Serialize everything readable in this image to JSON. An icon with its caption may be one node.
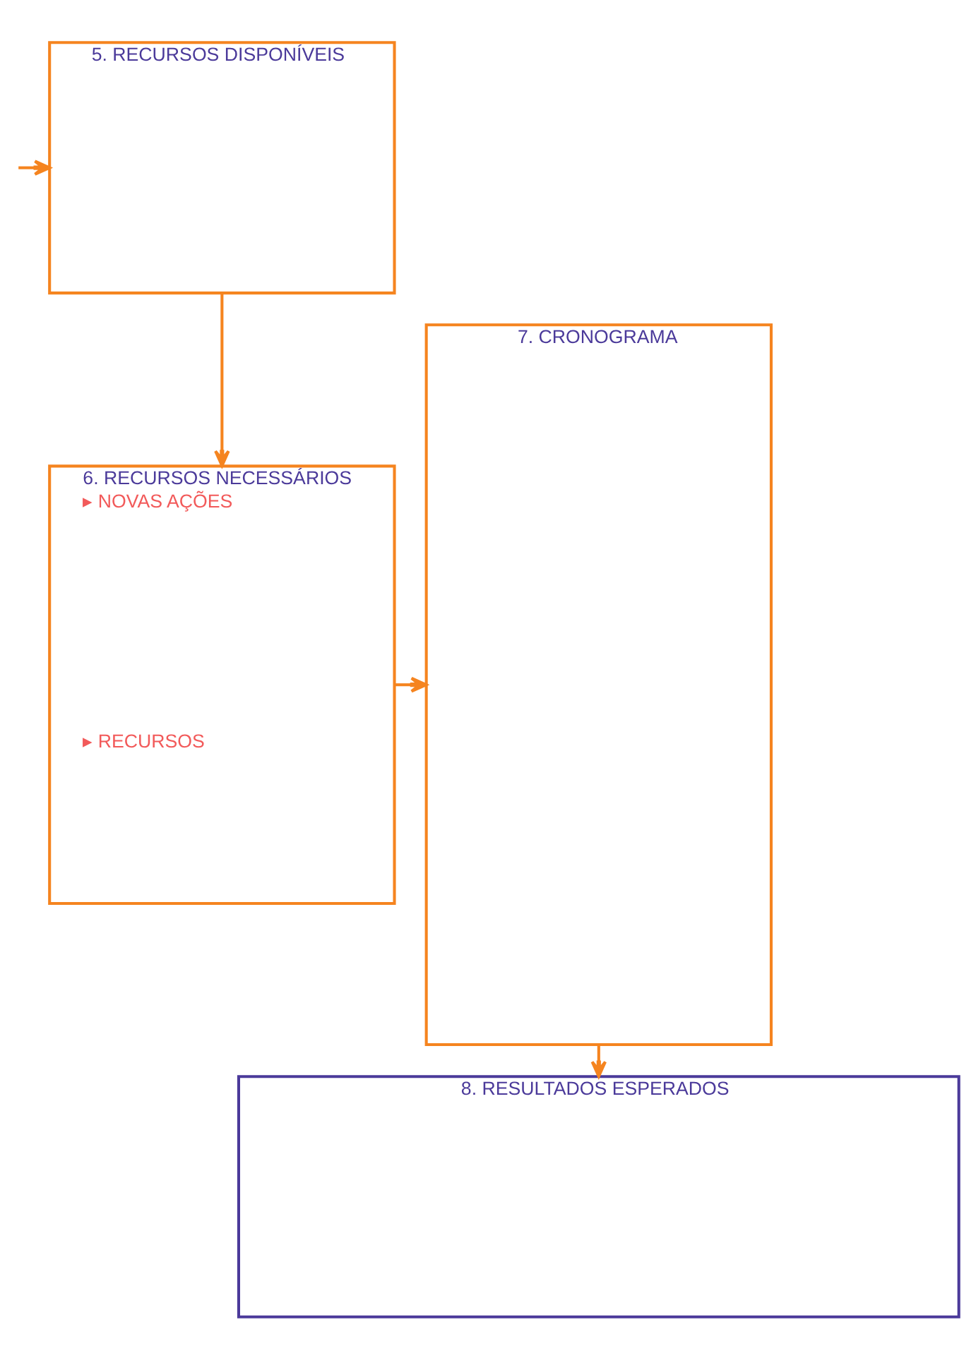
{
  "diagram": {
    "nodes": [
      {
        "text": [
          "5. RECURSOS DISPONÍVEIS"
        ]
      },
      {
        "text": [
          "6. RECURSOS NECESSÁRIOS",
          "▸ NOVAS AÇÕES",
          "▸ RECURSOS"
        ]
      },
      {
        "text": [
          "7. CRONOGRAMA"
        ]
      },
      {
        "text": [
          "8. RESULTADOS ESPERADOS"
        ]
      }
    ],
    "edges": [
      {
        "from": null,
        "to": 0,
        "arrow": "to"
      },
      {
        "from": 0,
        "to": 1,
        "arrow": "to"
      },
      {
        "from": 1,
        "to": 2,
        "arrow": "to"
      },
      {
        "from": 2,
        "to": 3,
        "arrow": "to"
      }
    ]
  }
}
